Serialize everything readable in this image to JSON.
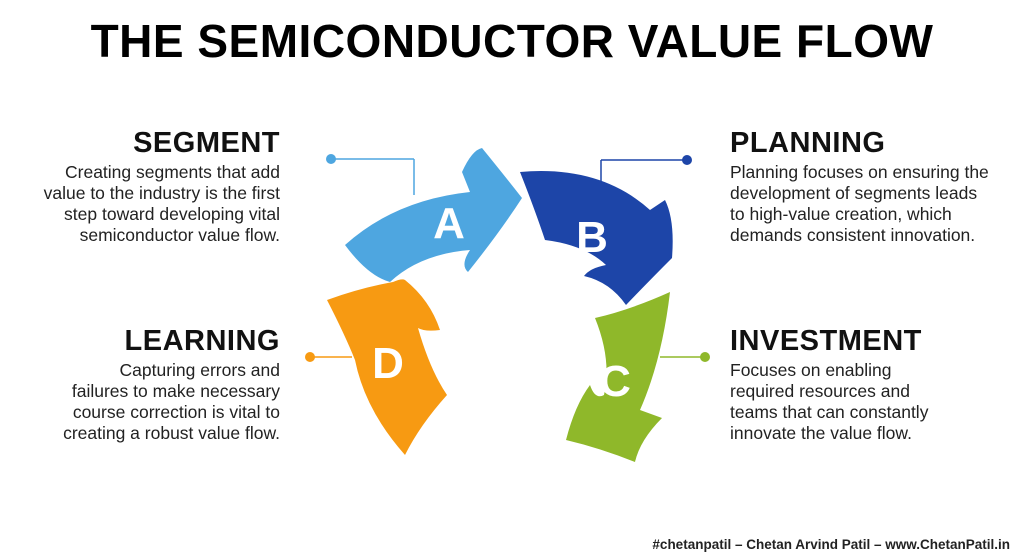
{
  "title": "THE SEMICONDUCTOR VALUE FLOW",
  "sections": {
    "segment": {
      "letter": "A",
      "heading": "SEGMENT",
      "text_lines": [
        "Creating segments that add",
        "value to the industry is the first",
        "step toward developing vital",
        "semiconductor value flow."
      ],
      "color": "#4ea6e0"
    },
    "planning": {
      "letter": "B",
      "heading": "PLANNING",
      "text_lines": [
        "Planning focuses on ensuring the",
        "development of segments leads",
        "to high-value creation, which",
        "demands consistent innovation."
      ],
      "color": "#1d45a8"
    },
    "investment": {
      "letter": "C",
      "heading": "INVESTMENT",
      "text_lines": [
        "Focuses on enabling",
        "required resources and",
        "teams that can constantly",
        "innovate the value flow."
      ],
      "color": "#8fb82a"
    },
    "learning": {
      "letter": "D",
      "heading": "LEARNING",
      "text_lines": [
        "Capturing errors and",
        "failures to make necessary",
        "course correction is vital to",
        "creating a robust value flow."
      ],
      "color": "#f79a12"
    }
  },
  "footer": "#chetanpatil – Chetan Arvind Patil – www.ChetanPatil.in"
}
